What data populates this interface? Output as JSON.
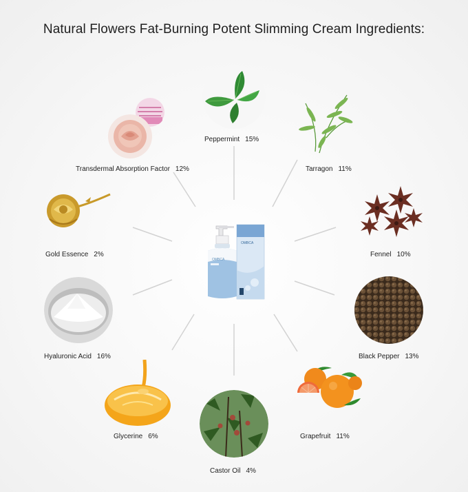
{
  "title": "Natural Flowers Fat-Burning Potent Slimming Cream Ingredients:",
  "product": {
    "bottle_brand": "OMBCA",
    "box_brand": "OMBCA"
  },
  "ingredients": [
    {
      "id": "peppermint",
      "name": "Peppermint",
      "percent": "15%"
    },
    {
      "id": "tarragon",
      "name": "Tarragon",
      "percent": "11%"
    },
    {
      "id": "fennel",
      "name": "Fennel",
      "percent": "10%"
    },
    {
      "id": "black-pepper",
      "name": "Black Pepper",
      "percent": "13%"
    },
    {
      "id": "grapefruit",
      "name": "Grapefruit",
      "percent": "11%"
    },
    {
      "id": "castor-oil",
      "name": "Castor Oil",
      "percent": "4%"
    },
    {
      "id": "glycerine",
      "name": "Glycerine",
      "percent": "6%"
    },
    {
      "id": "hyaluronic-acid",
      "name": "Hyaluronic Acid",
      "percent": "16%"
    },
    {
      "id": "gold-essence",
      "name": "Gold Essence",
      "percent": "2%"
    },
    {
      "id": "transdermal",
      "name": "Transdermal Absorption Factor",
      "percent": "12%"
    }
  ]
}
